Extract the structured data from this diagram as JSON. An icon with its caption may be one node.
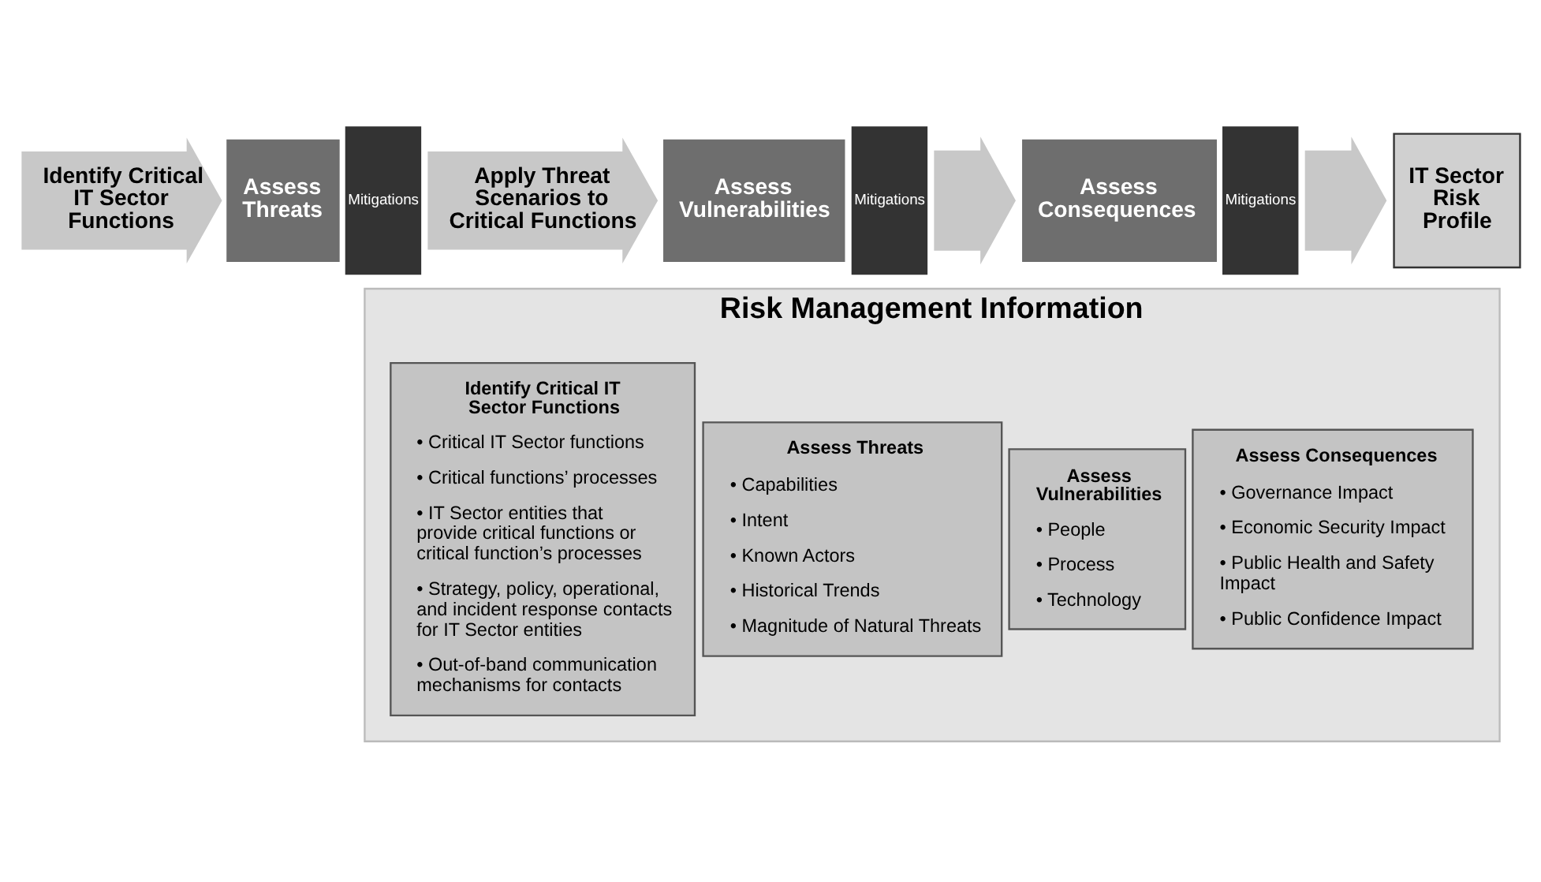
{
  "diagram": {
    "nodes": [
      {
        "text": [
          "Identify Critical IT Sector Functions"
        ]
      },
      {
        "text": [
          "Assess Threats"
        ]
      },
      {
        "text": [
          "Mitigations"
        ]
      },
      {
        "text": [
          "Apply Threat Scenarios to Critical Functions"
        ]
      },
      {
        "text": [
          "Assess Vulnerabilities"
        ]
      },
      {
        "text": [
          "Mitigations"
        ]
      },
      {
        "text": [],
        "shape": "arrow"
      },
      {
        "text": [
          "Assess Consequences"
        ]
      },
      {
        "text": [
          "Mitigations"
        ]
      },
      {
        "text": [],
        "shape": "arrow"
      },
      {
        "text": [
          "IT Sector Risk Profile"
        ]
      },
      {
        "text": [
          "Risk Management Information"
        ]
      },
      {
        "text": [
          "Identify Critical IT Sector Functions",
          "• Critical IT Sector functions",
          "• Critical functions’ processes",
          "• IT Sector entities that provide critical functions or critical function’s processes",
          "• Strategy, policy, operational, and incident response contacts for IT Sector entities",
          "• Out-of-band communication mechanisms for contacts"
        ],
        "in": 11
      },
      {
        "text": [
          "Assess Threats",
          "• Capabilities",
          "• Intent",
          "• Known Actors",
          "• Historical Trends",
          "• Magnitude of Natural Threats"
        ],
        "in": 11
      },
      {
        "text": [
          "Assess Vulnerabilities",
          "• People",
          "• Process",
          "• Technology"
        ],
        "in": 11
      },
      {
        "text": [
          "Assess Consequences",
          "• Governance Impact",
          "• Economic Security Impact",
          "• Public Health and Safety Impact",
          "• Public Confidence Impact"
        ],
        "in": 11
      }
    ]
  }
}
